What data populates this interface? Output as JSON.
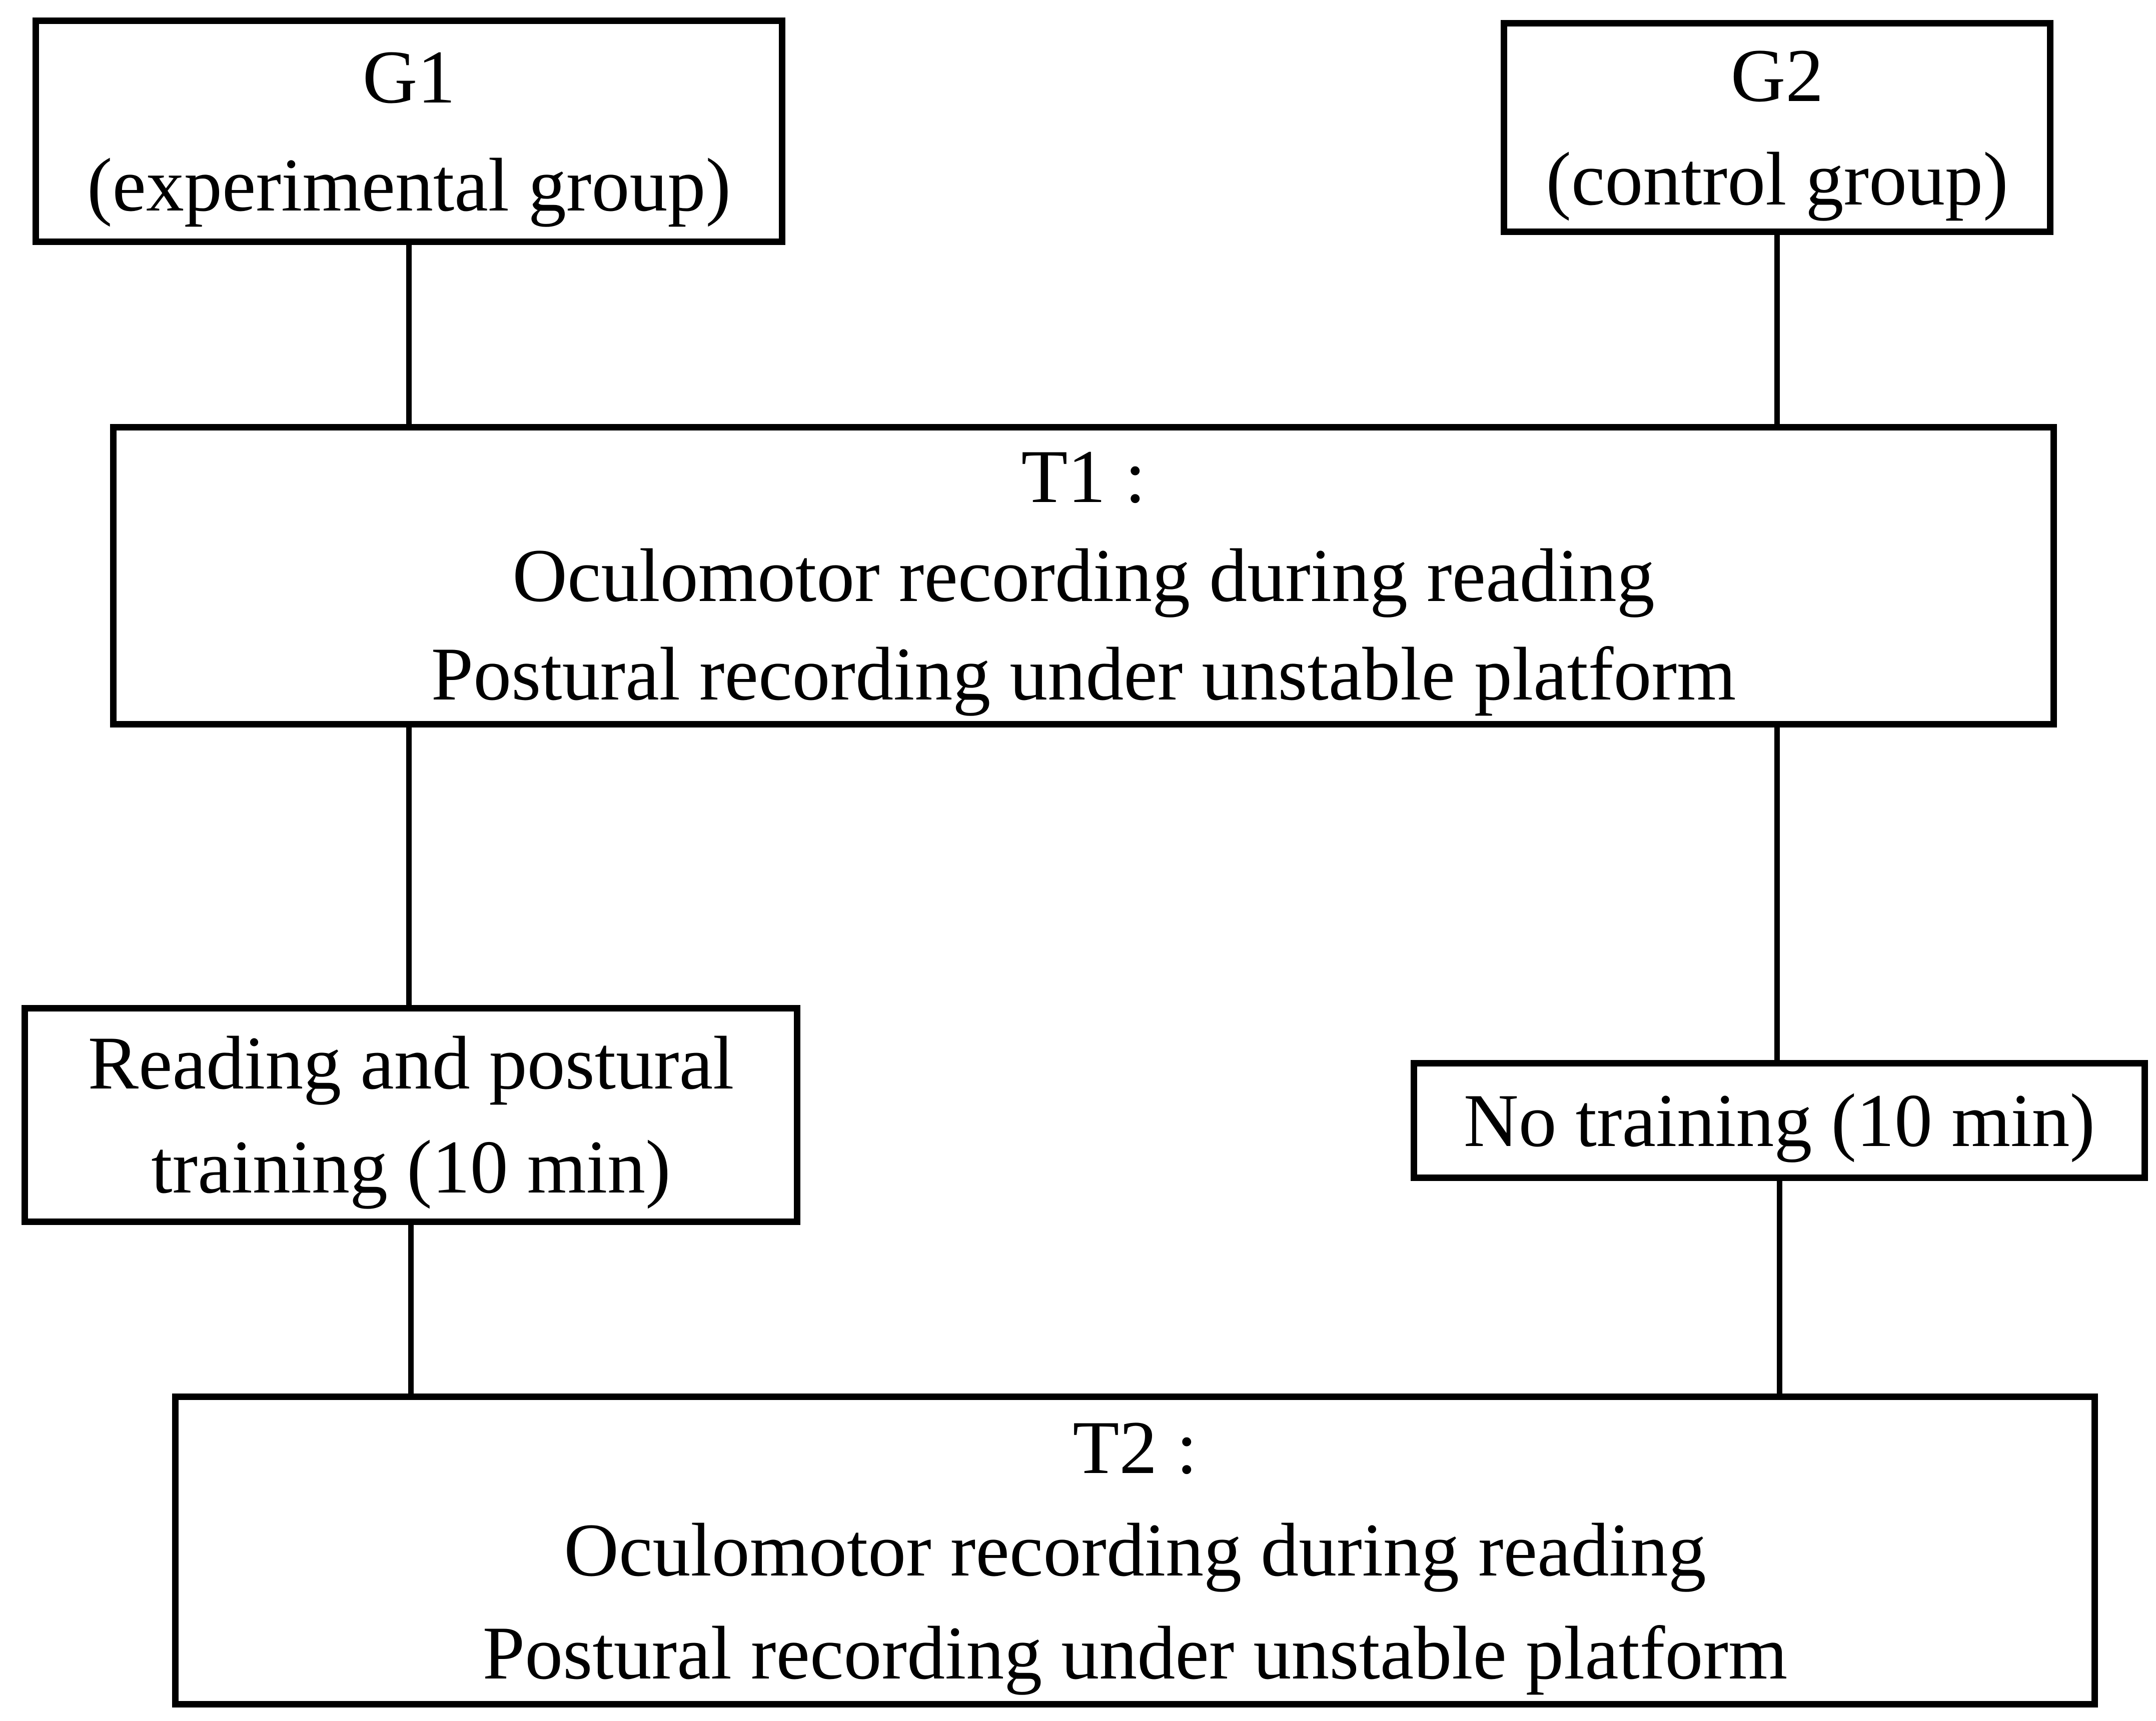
{
  "figure": {
    "background": "#ffffff",
    "line_color": "#000000",
    "text_color": "#000000",
    "nodes": {
      "g1": {
        "lines": [
          "G1",
          "(experimental group)"
        ]
      },
      "g2": {
        "lines": [
          "G2",
          "(control group)"
        ]
      },
      "t1": {
        "lines": [
          "T1 :",
          "Oculomotor recording during reading",
          "Postural recording under unstable platform"
        ]
      },
      "training": {
        "lines": [
          "Reading and postural",
          "training (10 min)"
        ]
      },
      "no_training": {
        "lines": [
          "No training (10 min)"
        ]
      },
      "t2": {
        "lines": [
          "T2 :",
          "Oculomotor recording during reading",
          "Postural recording under unstable platform"
        ]
      }
    }
  }
}
